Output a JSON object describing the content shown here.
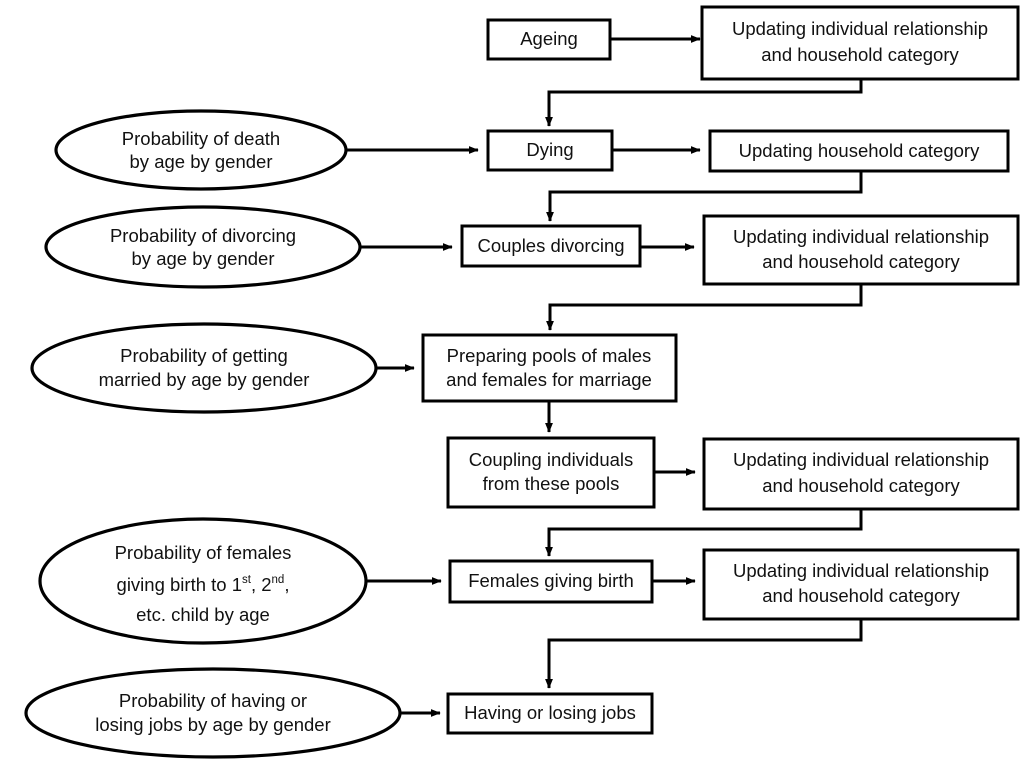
{
  "diagram": {
    "title": "Microsimulation demographic event flowchart",
    "style": {
      "background": "#ffffff",
      "stroke": "#000000",
      "fill": "#ffffff",
      "text": "#111111"
    },
    "inputs": [
      {
        "id": "prob-death",
        "lines": [
          "Probability of death",
          "by age by gender"
        ]
      },
      {
        "id": "prob-divorce",
        "lines": [
          "Probability of divorcing",
          "by age by gender"
        ]
      },
      {
        "id": "prob-marriage",
        "lines": [
          "Probability of getting",
          "married by age by gender"
        ]
      },
      {
        "id": "prob-birth",
        "lines": [
          "Probability of females",
          "giving birth to 1st, 2nd,",
          "etc. child by age"
        ],
        "rich_lines": [
          [
            {
              "t": "Probability of females"
            }
          ],
          [
            {
              "t": "giving birth to 1"
            },
            {
              "t": "st",
              "sup": true
            },
            {
              "t": ", 2"
            },
            {
              "t": "nd",
              "sup": true
            },
            {
              "t": ","
            }
          ],
          [
            {
              "t": "etc. child by age"
            }
          ]
        ]
      },
      {
        "id": "prob-jobs",
        "lines": [
          "Probability of having or",
          "losing jobs by age by gender"
        ]
      }
    ],
    "processes": [
      {
        "id": "ageing",
        "lines": [
          "Ageing"
        ]
      },
      {
        "id": "dying",
        "lines": [
          "Dying"
        ]
      },
      {
        "id": "couples-divorcing",
        "lines": [
          "Couples divorcing"
        ]
      },
      {
        "id": "preparing-pools",
        "lines": [
          "Preparing pools of males",
          "and females for marriage"
        ]
      },
      {
        "id": "coupling-individuals",
        "lines": [
          "Coupling individuals",
          "from these pools"
        ]
      },
      {
        "id": "females-giving-birth",
        "lines": [
          "Females giving birth"
        ]
      },
      {
        "id": "having-losing-jobs",
        "lines": [
          "Having or losing jobs"
        ]
      }
    ],
    "updates": [
      {
        "id": "update-ageing",
        "lines": [
          "Updating individual relationship",
          "and household  category"
        ]
      },
      {
        "id": "update-dying",
        "lines": [
          "Updating household  category"
        ]
      },
      {
        "id": "update-divorce",
        "lines": [
          "Updating individual relationship",
          "and household  category"
        ]
      },
      {
        "id": "update-coupling",
        "lines": [
          "Updating individual relationship",
          "and household  category"
        ]
      },
      {
        "id": "update-birth",
        "lines": [
          "Updating individual relationship",
          "and household  category"
        ]
      }
    ]
  }
}
